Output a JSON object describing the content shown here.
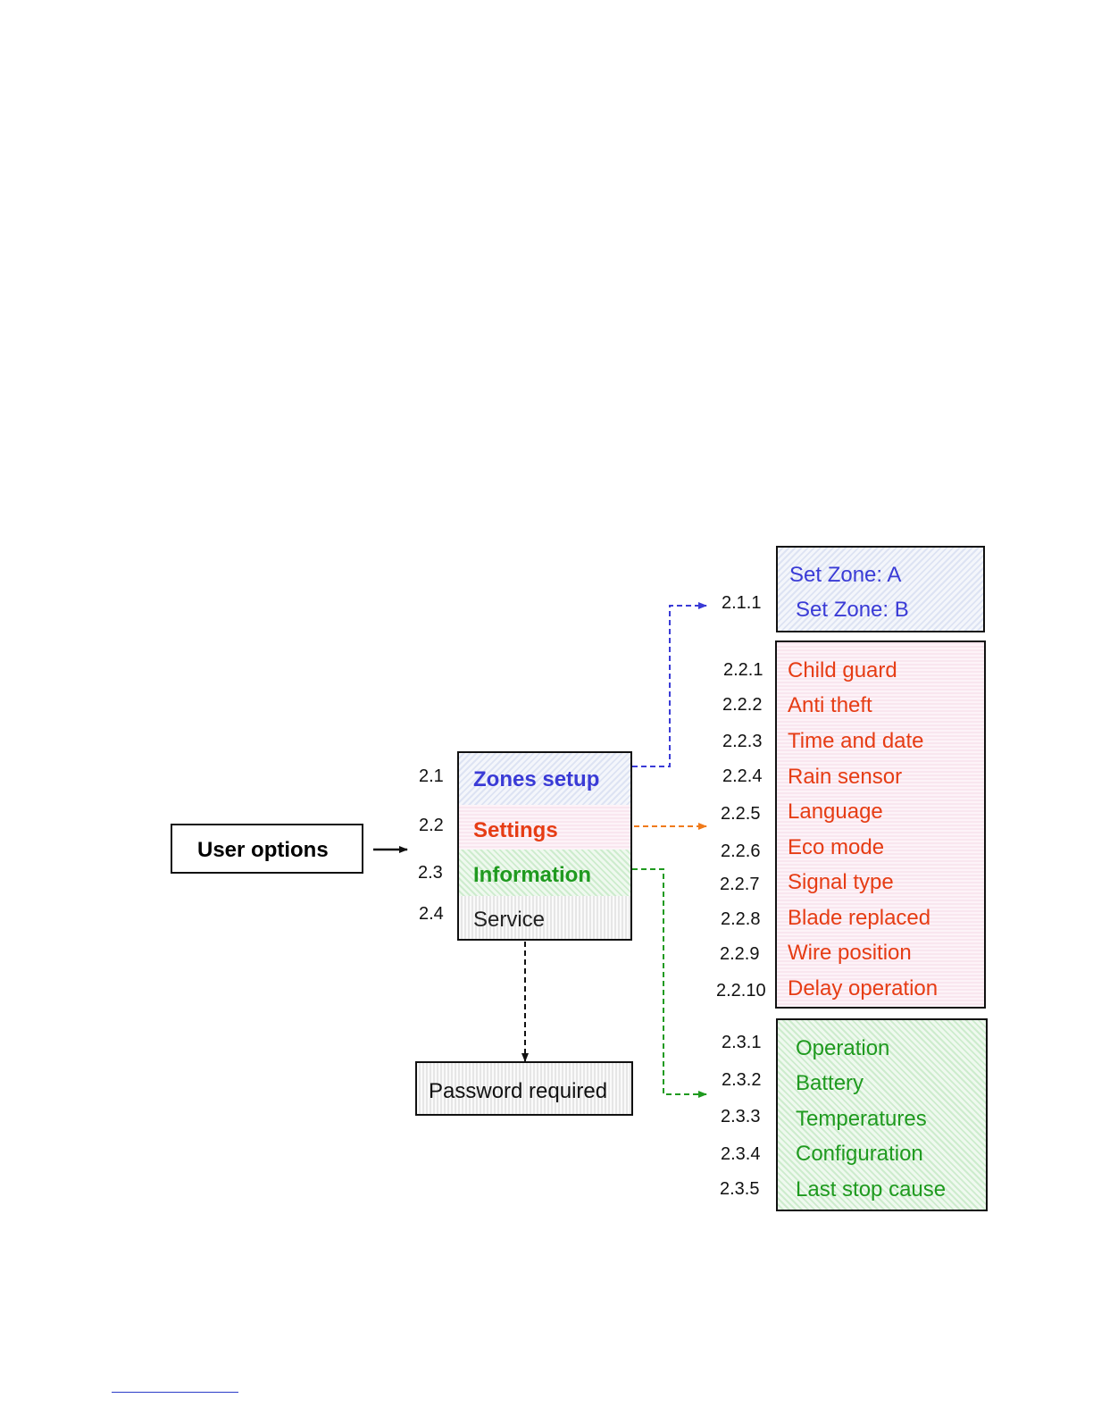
{
  "user_options": {
    "label": "User options"
  },
  "main_menu": {
    "items": [
      {
        "num": "2.1",
        "label": "Zones setup"
      },
      {
        "num": "2.2",
        "label": "Settings"
      },
      {
        "num": "2.3",
        "label": "Information"
      },
      {
        "num": "2.4",
        "label": "Service"
      }
    ]
  },
  "service_target": {
    "label": "Password required"
  },
  "zones": {
    "num": "2.1.1",
    "items": [
      "Set Zone: A",
      "Set Zone: B"
    ]
  },
  "settings": {
    "items": [
      {
        "num": "2.2.1",
        "label": "Child guard"
      },
      {
        "num": "2.2.2",
        "label": "Anti theft"
      },
      {
        "num": "2.2.3",
        "label": "Time and date"
      },
      {
        "num": "2.2.4",
        "label": "Rain sensor"
      },
      {
        "num": "2.2.5",
        "label": "Language"
      },
      {
        "num": "2.2.6",
        "label": "Eco mode"
      },
      {
        "num": "2.2.7",
        "label": "Signal type"
      },
      {
        "num": "2.2.8",
        "label": "Blade replaced"
      },
      {
        "num": "2.2.9",
        "label": "Wire position"
      },
      {
        "num": "2.2.10",
        "label": "Delay operation"
      }
    ]
  },
  "information": {
    "items": [
      {
        "num": "2.3.1",
        "label": "Operation"
      },
      {
        "num": "2.3.2",
        "label": "Battery"
      },
      {
        "num": "2.3.3",
        "label": "Temperatures"
      },
      {
        "num": "2.3.4",
        "label": "Configuration"
      },
      {
        "num": "2.3.5",
        "label": "Last stop cause"
      }
    ]
  },
  "colors": {
    "zones": "#3a3bd6",
    "settings": "#e63c14",
    "information": "#1f9a1f",
    "service": "#222222"
  }
}
